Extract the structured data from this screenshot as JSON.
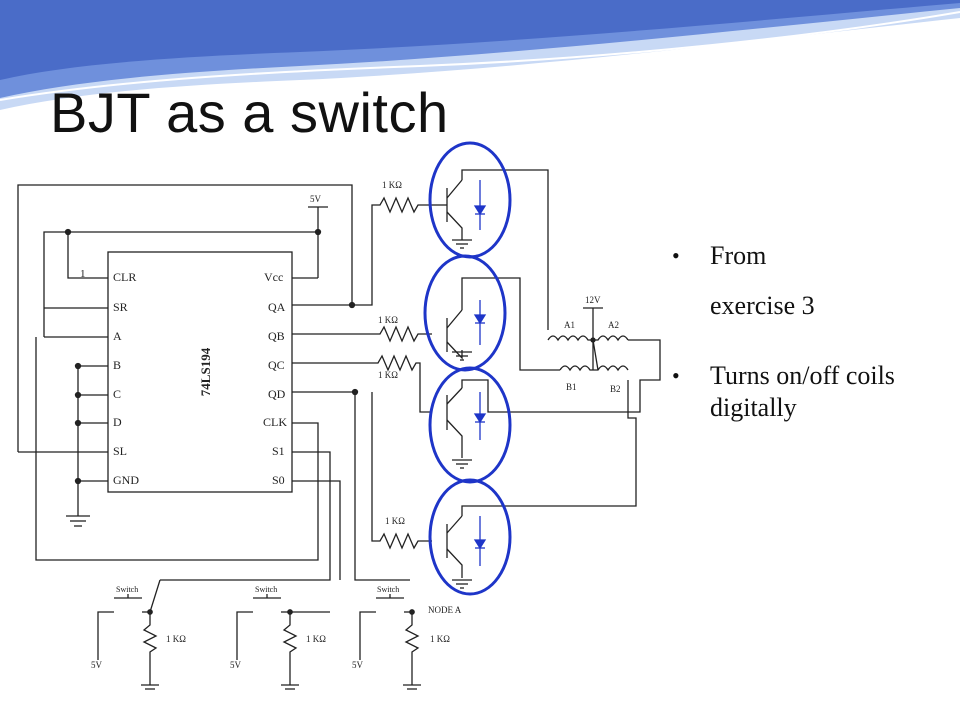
{
  "slide": {
    "title": "BJT as a switch",
    "bullets": [
      {
        "line1": "From",
        "line2": "exercise 3"
      },
      {
        "line1": "Turns on/off coils",
        "line2": "digitally"
      }
    ]
  },
  "schematic": {
    "chip_name": "74LS194",
    "left_pins": [
      "CLR",
      "SR",
      "A",
      "B",
      "C",
      "D",
      "SL",
      "GND"
    ],
    "right_pins": [
      "Vcc",
      "QA",
      "QB",
      "QC",
      "QD",
      "CLK",
      "S1",
      "S0"
    ],
    "clr_label": "1",
    "supply_label": "5V",
    "resistor_label": "1 KΩ",
    "motor_supply": "12V",
    "coil_labels": [
      "A1",
      "A2",
      "B1",
      "B2"
    ],
    "switch_label": "Switch",
    "node_label": "NODE A",
    "highlight_color": "#1e35c8",
    "header_colors": [
      "#5b7fd6",
      "#c8d9f5"
    ]
  }
}
